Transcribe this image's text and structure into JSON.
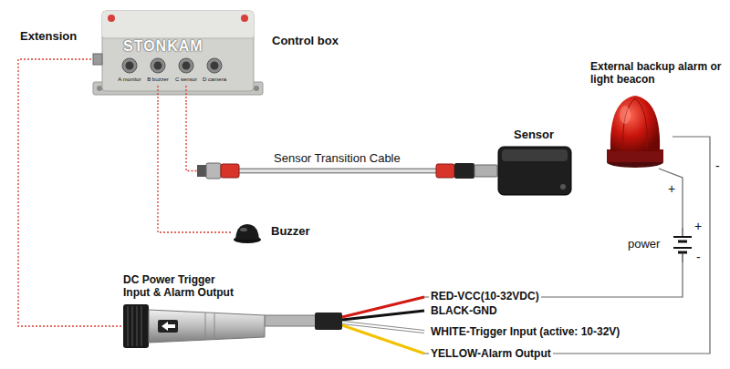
{
  "diagram": {
    "nodes": [
      {
        "text": [
          "Control box"
        ]
      },
      {
        "text": [
          "Sensor"
        ]
      },
      {
        "text": [
          "Buzzer"
        ]
      },
      {
        "text": [
          "External backup alarm or light beacon"
        ]
      },
      {
        "text": [
          "power"
        ]
      },
      {
        "text": [
          "DC Power Trigger Input & Alarm Output"
        ]
      }
    ],
    "edges": [
      {
        "from": 0,
        "to": 1,
        "arrow": "none",
        "label": "Sensor Transition Cable"
      },
      {
        "from": 0,
        "to": 2,
        "arrow": "none"
      },
      {
        "from": 0,
        "to": 5,
        "arrow": "none"
      },
      {
        "from": 5,
        "to": 4,
        "arrow": "none"
      },
      {
        "from": 5,
        "to": 3,
        "arrow": "none"
      },
      {
        "from": 4,
        "to": 3,
        "arrow": "none"
      }
    ],
    "labels": [
      "Extension",
      "STONKAM",
      "A monitor",
      "B buzzer",
      "C sensor",
      "D camera",
      "+",
      "-",
      "+",
      "-",
      "RED-VCC(10-32VDC)",
      "BLACK-GND",
      "WHITE-Trigger Input (active: 10-32V)",
      "YELLOW-Alarm Output"
    ]
  }
}
